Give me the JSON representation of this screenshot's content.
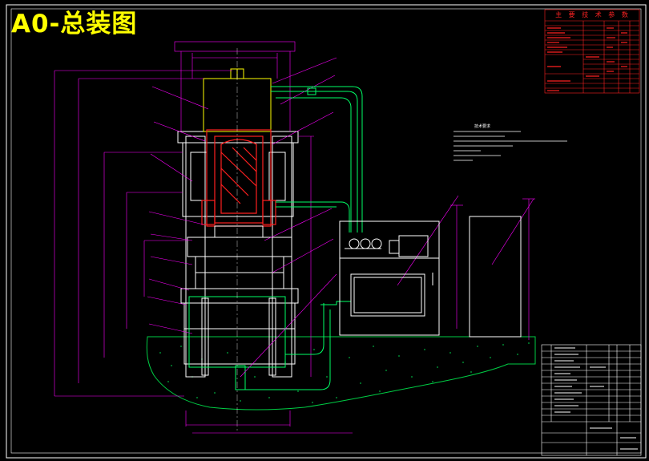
{
  "drawing": {
    "title": "A0-总装图",
    "tech_table_title": "主 要 技 术 参 数",
    "notes_title": "技术要求"
  },
  "colors": {
    "background": "#000000",
    "frame": "#ffffff",
    "outline": "#ffffff",
    "magenta": "#ff00ff",
    "green": "#00ff66",
    "red": "#ff2020",
    "yellow": "#ffff00",
    "ground": "#00cc44"
  }
}
